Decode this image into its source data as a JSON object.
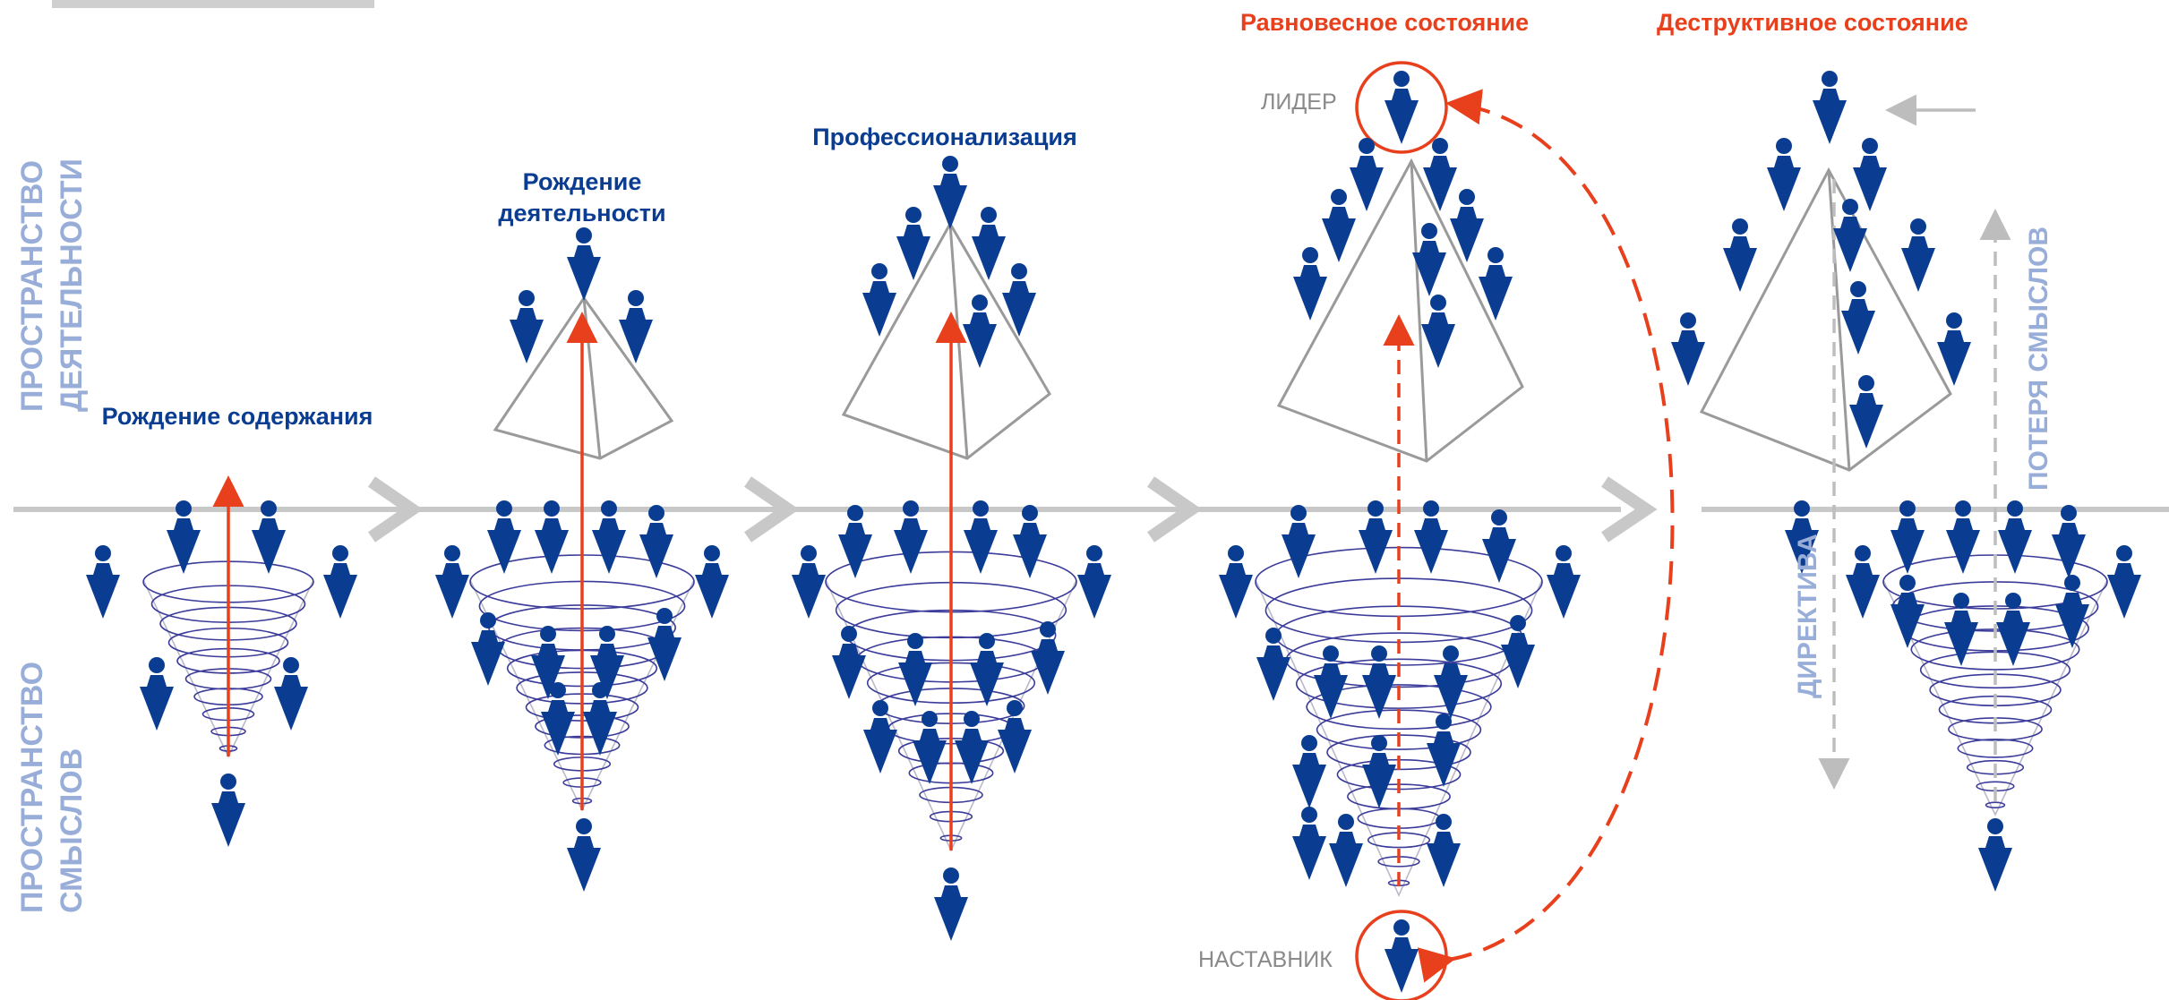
{
  "axis_labels": {
    "activity_space_line1": "ПРОСТРАНСТВО",
    "activity_space_line2": "ДЕЯТЕЛЬНОСТИ",
    "meaning_space_line1": "ПРОСТРАНСТВО",
    "meaning_space_line2": "СМЫСЛОВ"
  },
  "stages": [
    {
      "title": "Рождение содержания"
    },
    {
      "title_line1": "Рождение",
      "title_line2": "деятельности"
    },
    {
      "title": "Профессионализация"
    }
  ],
  "states": {
    "equilibrium": "Равновесное состояние",
    "destructive": "Деструктивное состояние"
  },
  "roles": {
    "leader": "ЛИДЕР",
    "mentor": "НАСТАВНИК"
  },
  "arrows": {
    "directive": "ДИРЕКТИВА",
    "meaning_loss": "ПОТЕРЯ СМЫСЛОВ"
  },
  "colors": {
    "figure": "#0a3d91",
    "accent": "#e8401c",
    "axis": "#c8c8c8",
    "pyramid": "#9a9a9a",
    "spiral": "#3b3b9a",
    "label_light": "#98aed9"
  }
}
